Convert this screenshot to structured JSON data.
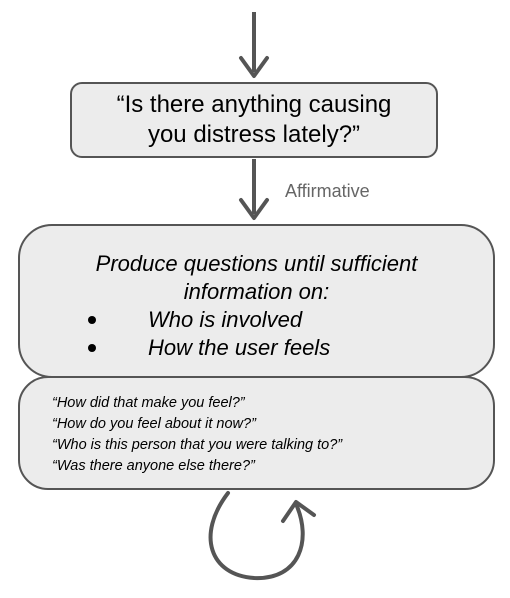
{
  "flow": {
    "question": "“Is there anything causing you distress lately?”",
    "edge_label": "Affirmative",
    "instruction": {
      "title_line1": "Produce questions until sufficient",
      "title_line2": "information on:",
      "bullets": [
        "Who is involved",
        "How the user feels"
      ]
    },
    "examples": [
      "“How did that make you feel?”",
      "“How do you feel about it now?”",
      "“Who is this person that you were talking to?”",
      "“Was there anyone else there?”"
    ]
  },
  "colors": {
    "box_fill": "#ececec",
    "stroke": "#555555",
    "edge_label": "#666666"
  }
}
